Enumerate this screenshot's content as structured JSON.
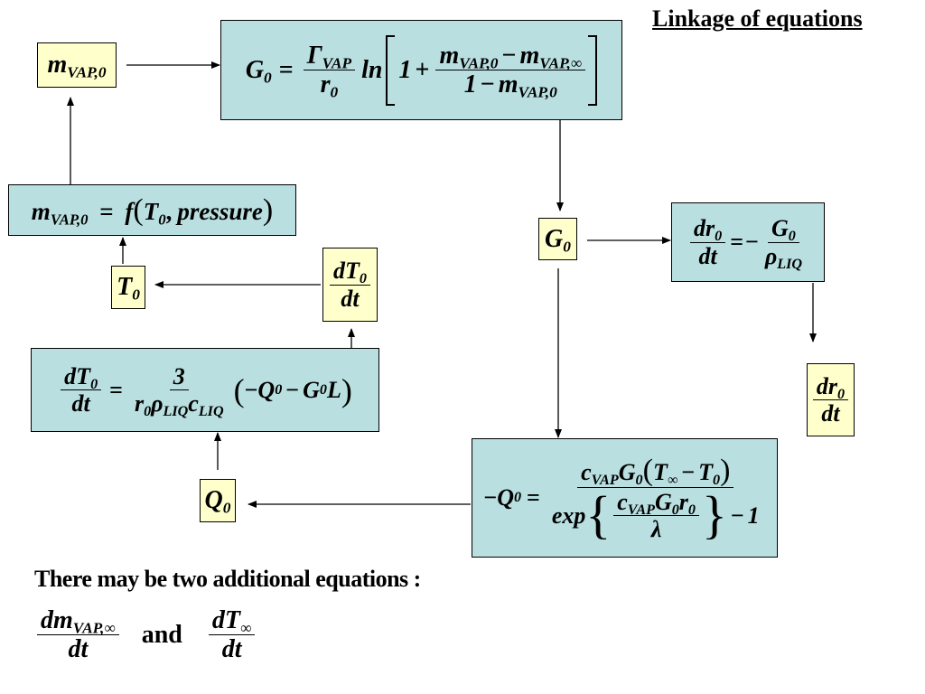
{
  "title": "Linkage of equations",
  "note": "There may be two additional equations :",
  "conjunction": "and",
  "boxes": {
    "m_vap0": {
      "lhs": "m",
      "sub": "VAP,0"
    },
    "g0_eq": {
      "lhs": "G",
      "lhs_sub": "0",
      "eq": "=",
      "num": "Γ",
      "num_sub": "VAP",
      "den": "r",
      "den_sub": "0",
      "ln": "ln",
      "one": "1",
      "plus": "+",
      "inner_num_a": "m",
      "inner_num_a_sub": "VAP,0",
      "minus": "−",
      "inner_num_b": "m",
      "inner_num_b_sub": "VAP,∞",
      "inner_den_one": "1",
      "inner_den_minus": "−",
      "inner_den_m": "m",
      "inner_den_m_sub": "VAP,0"
    },
    "m_vap0_func": {
      "lhs": "m",
      "lhs_sub": "VAP,0",
      "eq": "=",
      "f": "f",
      "open": "(",
      "T": "T",
      "T_sub": "0",
      "comma": ",",
      "pressure": "pressure",
      "close": ")"
    },
    "t0": {
      "main": "T",
      "sub": "0"
    },
    "dt0dt_small": {
      "num": "dT",
      "num_sub": "0",
      "den": "dt"
    },
    "dt0dt_eq": {
      "num": "dT",
      "num_sub": "0",
      "den": "dt",
      "eq": "=",
      "frac_num": "3",
      "frac_den_r": "r",
      "frac_den_r_sub": "0",
      "frac_den_rho": "ρ",
      "frac_den_rho_sub": "LIQ",
      "frac_den_c": "c",
      "frac_den_c_sub": "LIQ",
      "open": "(",
      "minus1": "−",
      "Q": "Q",
      "Q_sub": "0",
      "minus2": "−",
      "G": "G",
      "G_sub": "0",
      "L": "L",
      "close": ")"
    },
    "q0": {
      "main": "Q",
      "sub": "0"
    },
    "g0": {
      "main": "G",
      "sub": "0"
    },
    "dr0dt_eq": {
      "num": "dr",
      "num_sub": "0",
      "den": "dt",
      "eq": "=",
      "minus": "−",
      "frac_num": "G",
      "frac_num_sub": "0",
      "frac_den": "ρ",
      "frac_den_sub": "LIQ"
    },
    "dr0dt_small": {
      "num": "dr",
      "num_sub": "0",
      "den": "dt"
    },
    "q0_eq": {
      "minus": "−",
      "lhs": "Q",
      "lhs_sub": "0",
      "eq": "=",
      "num_c": "c",
      "num_c_sub": "VAP",
      "num_G": "G",
      "num_G_sub": "0",
      "open": "(",
      "T_inf": "T",
      "T_inf_sub": "∞",
      "minus2": "−",
      "T0": "T",
      "T0_sub": "0",
      "close": ")",
      "exp": "exp",
      "lbrace": "{",
      "in_num_c": "c",
      "in_num_c_sub": "VAP",
      "in_num_G": "G",
      "in_num_G_sub": "0",
      "in_num_r": "r",
      "in_num_r_sub": "0",
      "in_den": "λ",
      "rbrace": "}",
      "minus3": "−",
      "one": "1"
    }
  },
  "additional": {
    "first": {
      "num": "dm",
      "num_sub": "VAP,∞",
      "den": "dt"
    },
    "second": {
      "num": "dT",
      "num_sub": "∞",
      "den": "dt"
    }
  }
}
